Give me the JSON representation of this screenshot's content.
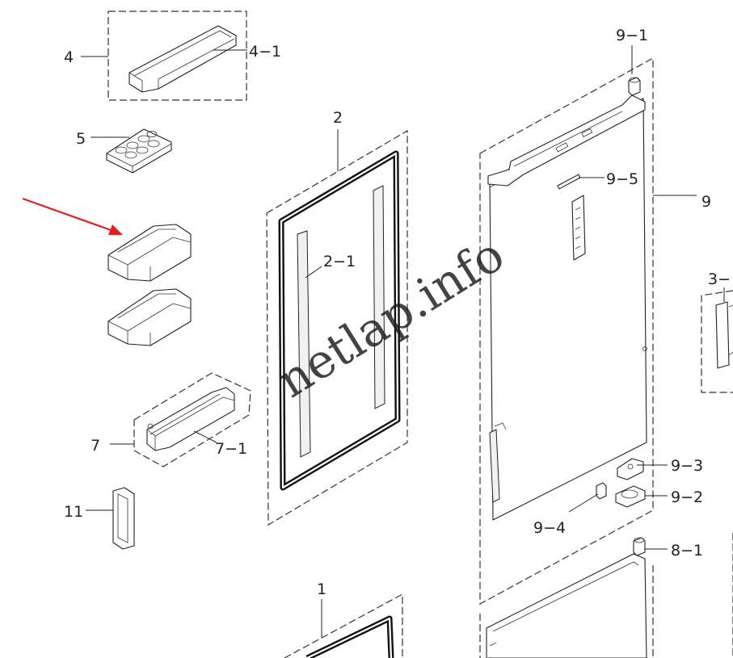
{
  "diagram": {
    "labels": {
      "l4": "4",
      "l4_1": "4−1",
      "l5": "5",
      "l2": "2",
      "l2_1": "2−1",
      "l7": "7",
      "l7_1": "7−1",
      "l11": "11",
      "l1": "1",
      "l9_1": "9−1",
      "l9_5": "9−5",
      "l9": "9",
      "l3": "3−",
      "l9_3": "9−3",
      "l9_2": "9−2",
      "l9_4": "9−4",
      "l8_1": "8−1"
    },
    "watermark": "netlap.info",
    "arrow_color": "#e02020",
    "line_color": "#222222"
  }
}
